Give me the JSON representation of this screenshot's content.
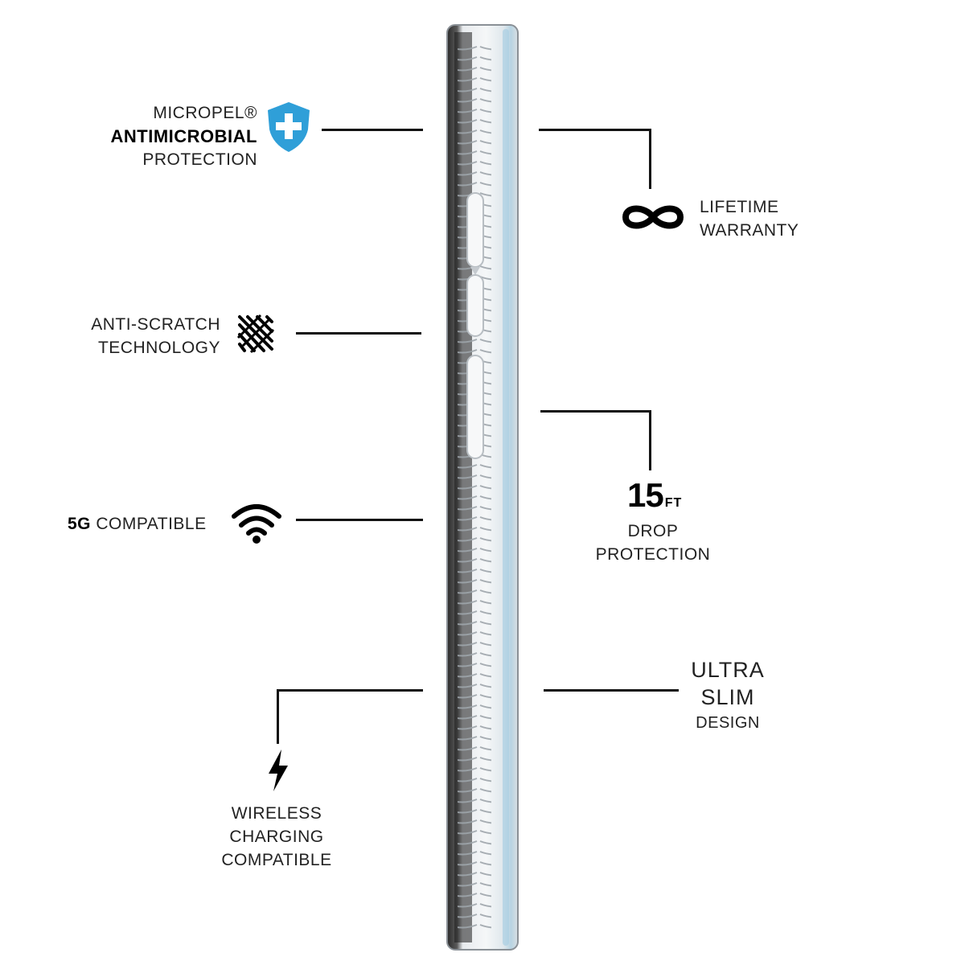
{
  "features": {
    "antimicrobial": {
      "line1": "MICROPEL®",
      "line2": "ANTIMICROBIAL",
      "line3": "PROTECTION",
      "icon": "shield-plus-icon",
      "icon_color": "#2f9fd8"
    },
    "warranty": {
      "line1": "LIFETIME",
      "line2": "WARRANTY",
      "icon": "infinity-icon"
    },
    "scratch": {
      "line1": "ANTI-SCRATCH",
      "line2": "TECHNOLOGY",
      "icon": "scratch-texture-icon"
    },
    "drop": {
      "number": "15",
      "unit": "FT",
      "line1": "DROP",
      "line2": "PROTECTION"
    },
    "fiveg": {
      "bold": "5G",
      "rest": " COMPATIBLE",
      "icon": "wifi-signal-icon"
    },
    "slim": {
      "line1": "ULTRA",
      "line2": "SLIM",
      "line3": "DESIGN"
    },
    "wireless": {
      "line1": "WIRELESS",
      "line2": "CHARGING",
      "line3": "COMPATIBLE",
      "icon": "lightning-bolt-icon"
    }
  },
  "product": {
    "image": "clear-phone-case-side-view"
  }
}
